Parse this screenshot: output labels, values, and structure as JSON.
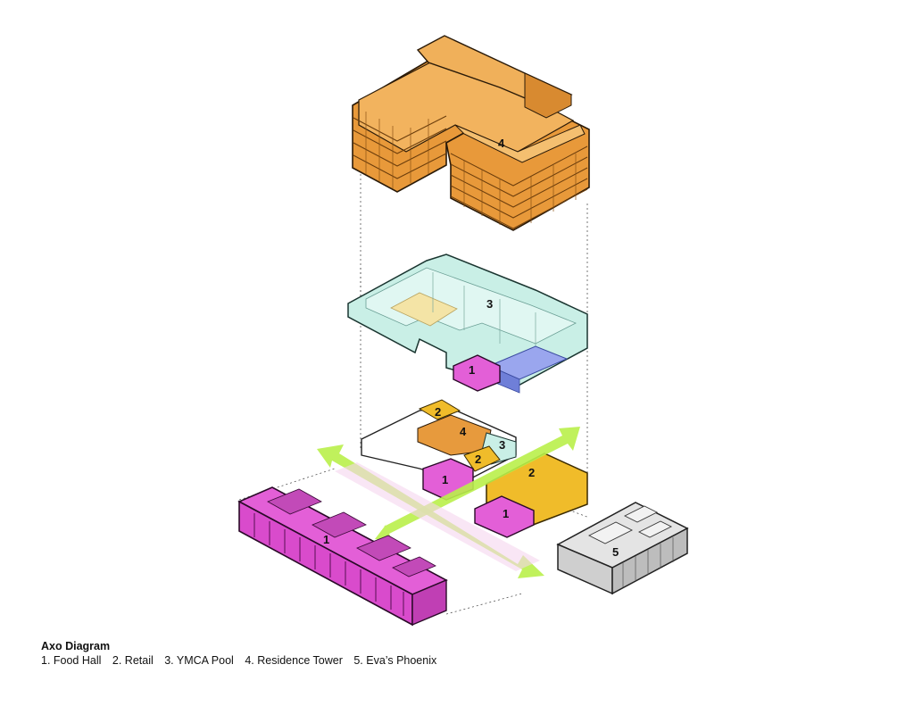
{
  "colors": {
    "food_hall": "#e35fd7",
    "retail": "#f0bc2a",
    "ymca_pool": "#c8eee6",
    "pool_water": "#9aa6ee",
    "residence_tower": "#e79a3d",
    "evas_phoenix": "#e4e4e4",
    "circulation_arrow": "#b9f04a",
    "court": "#f4e4a6"
  },
  "labels": {
    "tower": "4",
    "ymca_level": "3",
    "ymca_food_hall": "1",
    "ground_retail_top": "2",
    "ground_tower": "4",
    "ground_ymca": "3",
    "ground_retail_mid": "2",
    "ground_food_hall": "1",
    "east_retail": "2",
    "east_food_hall": "1",
    "heritage_food_hall": "1",
    "evas_phoenix": "5"
  },
  "caption": {
    "title": "Axo Diagram",
    "legend": [
      "1. Food Hall",
      "2. Retail",
      "3. YMCA Pool",
      "4. Residence Tower",
      "5. Eva’s Phoenix"
    ]
  }
}
